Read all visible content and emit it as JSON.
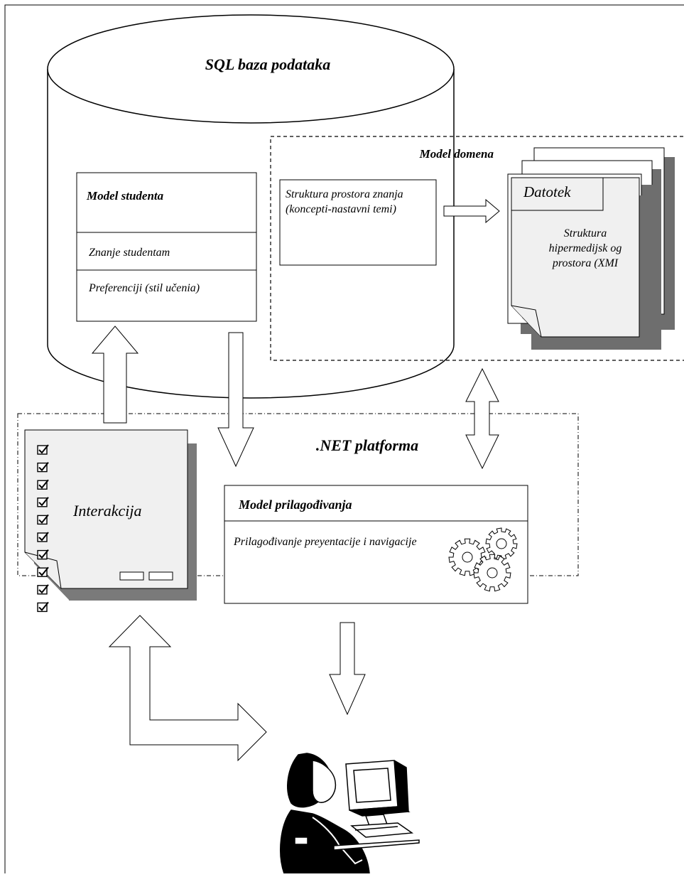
{
  "diagram": {
    "database_title": "SQL baza podataka",
    "student_model": {
      "title": "Model studenta",
      "knowledge": "Znanje studentam",
      "preferences": "Preferenciji (stil učenia)"
    },
    "domain_model": {
      "title": "Model domena",
      "knowledge_space": "Struktura prostora znanja (koncepti-nastavni temi)"
    },
    "files": {
      "tab": "Datotek",
      "content": "Struktura hipermedijsk og prostora (XMI"
    },
    "platform": {
      "title": ".NET platforma"
    },
    "adaptation_model": {
      "title": "Model prilagođivanja",
      "body": "Prilagođivanje preyentacije i navigacije"
    },
    "interaction": {
      "label": "Interakcija",
      "checkbox_count": 10
    },
    "colors": {
      "line": "#000000",
      "paper_fill": "#f0f0f0",
      "shadow": "#808080"
    },
    "icons": [
      "checkbox-icon",
      "gears-icon",
      "user-at-computer-icon"
    ]
  }
}
